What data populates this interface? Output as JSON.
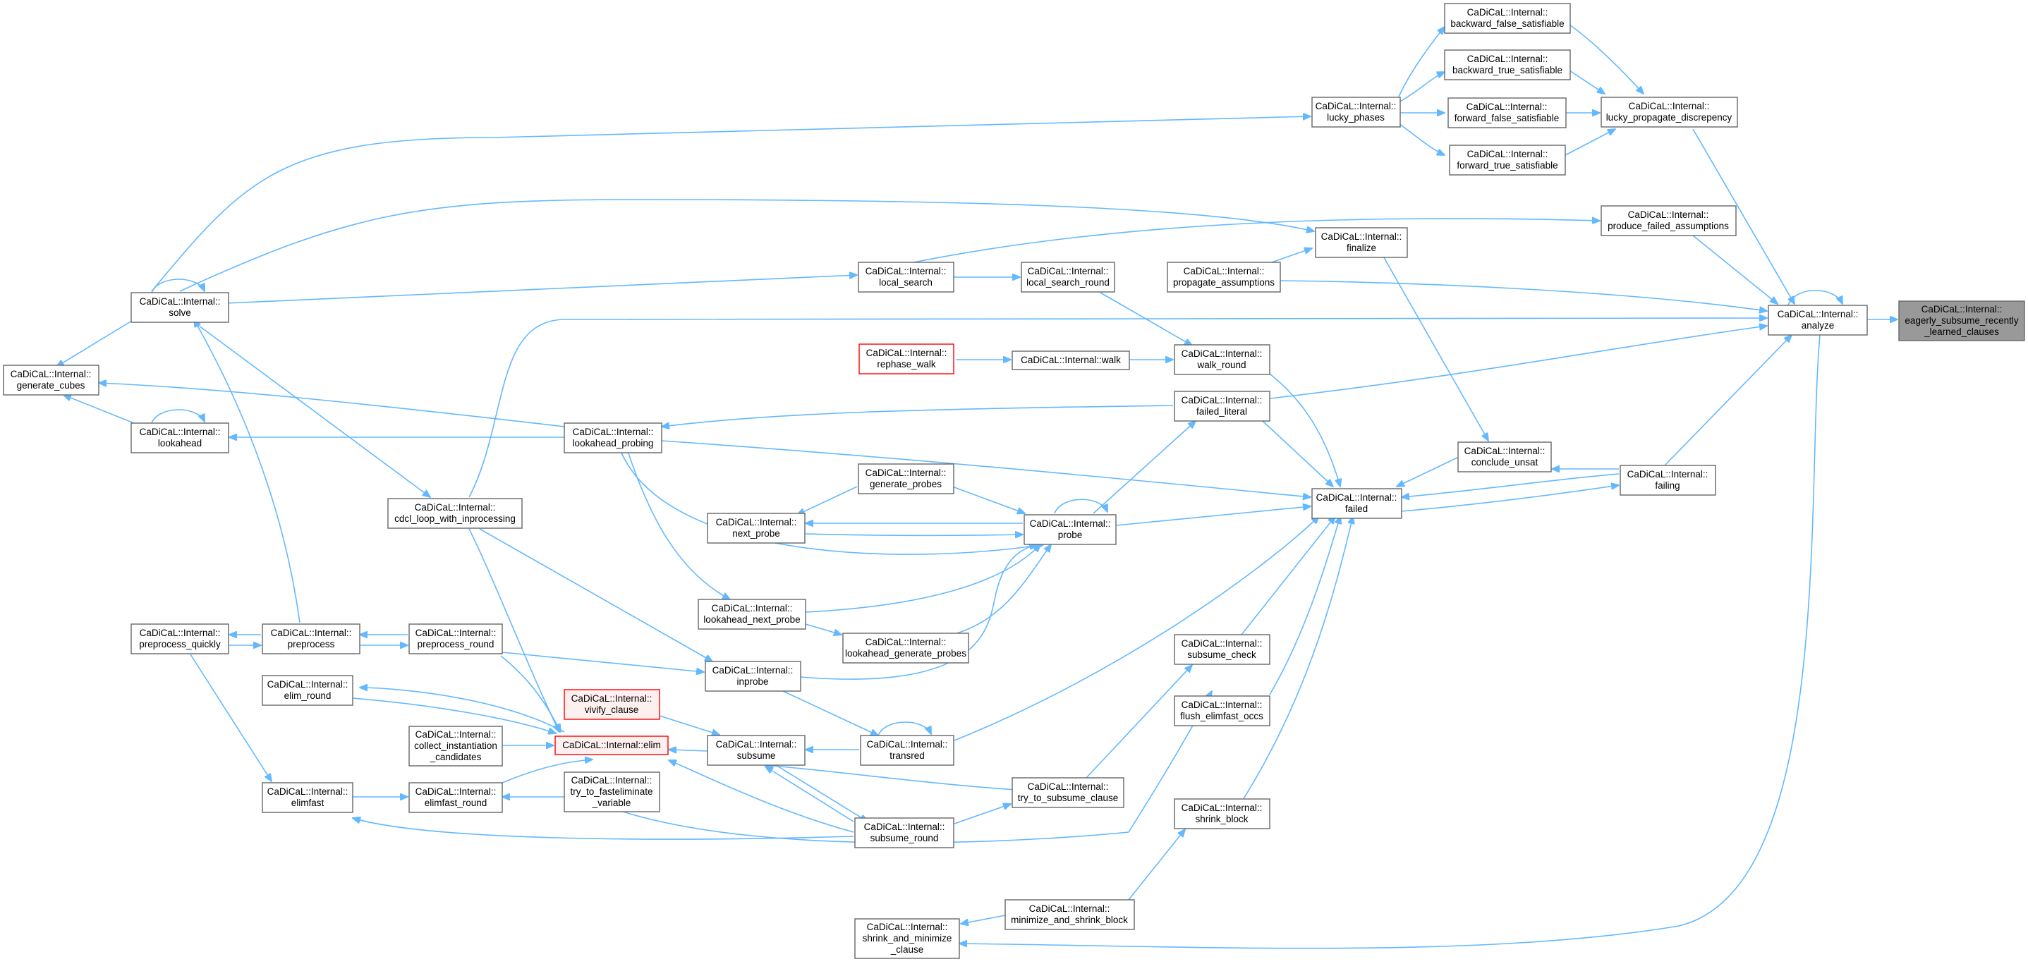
{
  "diagram": {
    "nodes": [
      {
        "id": "eager",
        "lines": [
          "CaDiCaL::Internal::",
          "eagerly_subsume_recently",
          "_learned_clauses"
        ],
        "style": "gray"
      },
      {
        "id": "analyze",
        "lines": [
          "CaDiCaL::Internal::",
          "analyze"
        ],
        "style": "plain"
      },
      {
        "id": "lucky_prop",
        "lines": [
          "CaDiCaL::Internal::",
          "lucky_propagate_discrepency"
        ],
        "style": "plain"
      },
      {
        "id": "bfs",
        "lines": [
          "CaDiCaL::Internal::",
          "backward_false_satisfiable"
        ],
        "style": "plain"
      },
      {
        "id": "bts",
        "lines": [
          "CaDiCaL::Internal::",
          "backward_true_satisfiable"
        ],
        "style": "plain"
      },
      {
        "id": "ffs",
        "lines": [
          "CaDiCaL::Internal::",
          "forward_false_satisfiable"
        ],
        "style": "plain"
      },
      {
        "id": "fts",
        "lines": [
          "CaDiCaL::Internal::",
          "forward_true_satisfiable"
        ],
        "style": "plain"
      },
      {
        "id": "lucky_phases",
        "lines": [
          "CaDiCaL::Internal::",
          "lucky_phases"
        ],
        "style": "plain"
      },
      {
        "id": "pfa",
        "lines": [
          "CaDiCaL::Internal::",
          "produce_failed_assumptions"
        ],
        "style": "plain"
      },
      {
        "id": "finalize",
        "lines": [
          "CaDiCaL::Internal::",
          "finalize"
        ],
        "style": "plain"
      },
      {
        "id": "prop_assump",
        "lines": [
          "CaDiCaL::Internal::",
          "propagate_assumptions"
        ],
        "style": "plain"
      },
      {
        "id": "local_search",
        "lines": [
          "CaDiCaL::Internal::",
          "local_search"
        ],
        "style": "plain"
      },
      {
        "id": "ls_round",
        "lines": [
          "CaDiCaL::Internal::",
          "local_search_round"
        ],
        "style": "plain"
      },
      {
        "id": "solve",
        "lines": [
          "CaDiCaL::Internal::",
          "solve"
        ],
        "style": "plain"
      },
      {
        "id": "gen_cubes",
        "lines": [
          "CaDiCaL::Internal::",
          "generate_cubes"
        ],
        "style": "plain"
      },
      {
        "id": "lookahead",
        "lines": [
          "CaDiCaL::Internal::",
          "lookahead"
        ],
        "style": "plain"
      },
      {
        "id": "rephase_walk",
        "lines": [
          "CaDiCaL::Internal::",
          "rephase_walk"
        ],
        "style": "red"
      },
      {
        "id": "walk",
        "lines": [
          "CaDiCaL::Internal::walk"
        ],
        "style": "plain"
      },
      {
        "id": "walk_round",
        "lines": [
          "CaDiCaL::Internal::",
          "walk_round"
        ],
        "style": "plain"
      },
      {
        "id": "failed_literal",
        "lines": [
          "CaDiCaL::Internal::",
          "failed_literal"
        ],
        "style": "plain"
      },
      {
        "id": "la_probing",
        "lines": [
          "CaDiCaL::Internal::",
          "lookahead_probing"
        ],
        "style": "plain"
      },
      {
        "id": "conclude_unsat",
        "lines": [
          "CaDiCaL::Internal::",
          "conclude_unsat"
        ],
        "style": "plain"
      },
      {
        "id": "failing",
        "lines": [
          "CaDiCaL::Internal::",
          "failing"
        ],
        "style": "plain"
      },
      {
        "id": "failed",
        "lines": [
          "CaDiCaL::Internal::",
          "failed"
        ],
        "style": "plain"
      },
      {
        "id": "gen_probes",
        "lines": [
          "CaDiCaL::Internal::",
          "generate_probes"
        ],
        "style": "plain"
      },
      {
        "id": "next_probe",
        "lines": [
          "CaDiCaL::Internal::",
          "next_probe"
        ],
        "style": "plain"
      },
      {
        "id": "probe",
        "lines": [
          "CaDiCaL::Internal::",
          "probe"
        ],
        "style": "plain"
      },
      {
        "id": "cdcl",
        "lines": [
          "CaDiCaL::Internal::",
          "cdcl_loop_with_inprocessing"
        ],
        "style": "plain"
      },
      {
        "id": "la_next_probe",
        "lines": [
          "CaDiCaL::Internal::",
          "lookahead_next_probe"
        ],
        "style": "plain"
      },
      {
        "id": "la_gen_probes",
        "lines": [
          "CaDiCaL::Internal::",
          "lookahead_generate_probes"
        ],
        "style": "plain"
      },
      {
        "id": "pre_quickly",
        "lines": [
          "CaDiCaL::Internal::",
          "preprocess_quickly"
        ],
        "style": "plain"
      },
      {
        "id": "preprocess",
        "lines": [
          "CaDiCaL::Internal::",
          "preprocess"
        ],
        "style": "plain"
      },
      {
        "id": "pre_round",
        "lines": [
          "CaDiCaL::Internal::",
          "preprocess_round"
        ],
        "style": "plain"
      },
      {
        "id": "subsume_check",
        "lines": [
          "CaDiCaL::Internal::",
          "subsume_check"
        ],
        "style": "plain"
      },
      {
        "id": "inprobe",
        "lines": [
          "CaDiCaL::Internal::",
          "inprobe"
        ],
        "style": "plain"
      },
      {
        "id": "elim_round",
        "lines": [
          "CaDiCaL::Internal::",
          "elim_round"
        ],
        "style": "plain"
      },
      {
        "id": "vivify",
        "lines": [
          "CaDiCaL::Internal::",
          "vivify_clause"
        ],
        "style": "red-fill"
      },
      {
        "id": "flush_elimfast",
        "lines": [
          "CaDiCaL::Internal::",
          "flush_elimfast_occs"
        ],
        "style": "plain"
      },
      {
        "id": "collect_inst",
        "lines": [
          "CaDiCaL::Internal::",
          "collect_instantiation",
          "_candidates"
        ],
        "style": "plain"
      },
      {
        "id": "elim",
        "lines": [
          "CaDiCaL::Internal::elim"
        ],
        "style": "red-fill"
      },
      {
        "id": "subsume",
        "lines": [
          "CaDiCaL::Internal::",
          "subsume"
        ],
        "style": "plain"
      },
      {
        "id": "transred",
        "lines": [
          "CaDiCaL::Internal::",
          "transred"
        ],
        "style": "plain"
      },
      {
        "id": "elimfast",
        "lines": [
          "CaDiCaL::Internal::",
          "elimfast"
        ],
        "style": "plain"
      },
      {
        "id": "elimfast_round",
        "lines": [
          "CaDiCaL::Internal::",
          "elimfast_round"
        ],
        "style": "plain"
      },
      {
        "id": "try_fastelim",
        "lines": [
          "CaDiCaL::Internal::",
          "try_to_fasteliminate",
          "_variable"
        ],
        "style": "plain"
      },
      {
        "id": "try_subsume",
        "lines": [
          "CaDiCaL::Internal::",
          "try_to_subsume_clause"
        ],
        "style": "plain"
      },
      {
        "id": "shrink_block",
        "lines": [
          "CaDiCaL::Internal::",
          "shrink_block"
        ],
        "style": "plain"
      },
      {
        "id": "subsume_round",
        "lines": [
          "CaDiCaL::Internal::",
          "subsume_round"
        ],
        "style": "plain"
      },
      {
        "id": "min_shrink",
        "lines": [
          "CaDiCaL::Internal::",
          "minimize_and_shrink_block"
        ],
        "style": "plain"
      },
      {
        "id": "shrink_min",
        "lines": [
          "CaDiCaL::Internal::",
          "shrink_and_minimize",
          "_clause"
        ],
        "style": "plain"
      }
    ]
  }
}
